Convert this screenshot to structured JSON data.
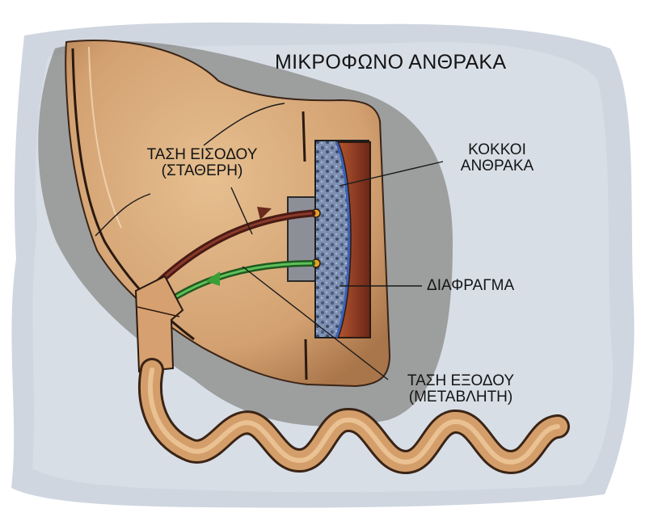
{
  "diagram": {
    "title": "ΜΙΚΡΟΦΩΝΟ ΑΝΘΡΑΚΑ",
    "labels": {
      "input_voltage": {
        "line1": "ΤΑΣΗ ΕΙΣΟΔΟΥ",
        "line2": "(ΣΤΑΘΕΡΗ)"
      },
      "carbon_granules": {
        "line1": "ΚΟΚΚΟΙ",
        "line2": "ΑΝΘΡΑΚΑ"
      },
      "diaphragm": "ΔΙΑΦΡΑΓΜΑ",
      "output_voltage": {
        "line1": "ΤΑΣΗ ΕΞΟΔΟΥ",
        "line2": "(ΜΕΤΑΒΛΗΤΗ)"
      }
    },
    "colors": {
      "background_wash": "#cfd6e0",
      "handset_body": "#d8a877",
      "granules": "#7c8fb2",
      "diaphragm": "#8a3b28",
      "input_wire": "#4a1a14",
      "output_wire": "#2e8a2c",
      "cord": "#d49e6a"
    }
  }
}
